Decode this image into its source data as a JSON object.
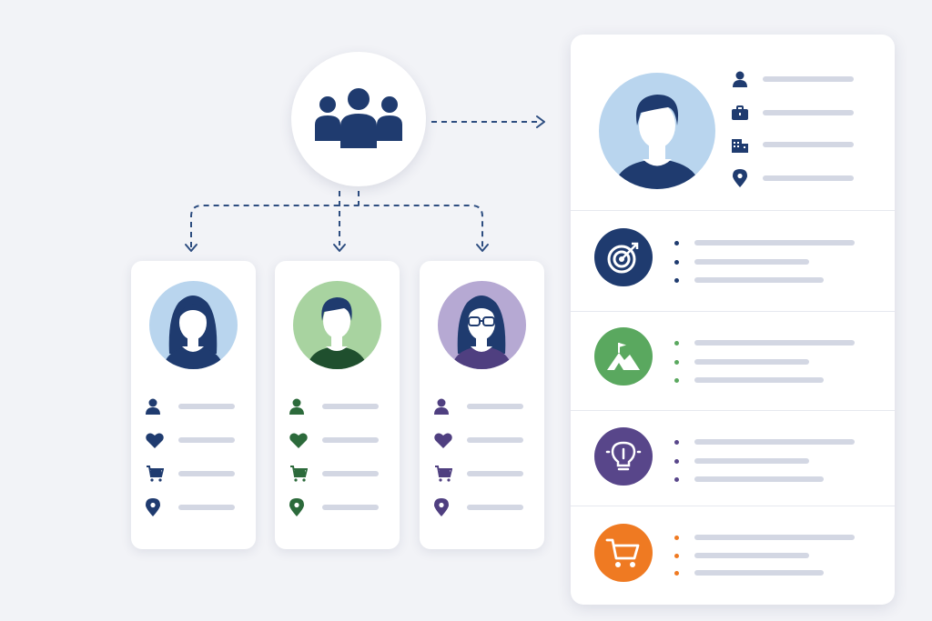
{
  "colors": {
    "background": "#f2f3f7",
    "navy": "#1f3b6f",
    "blue_avatar_bg": "#b9d5ee",
    "green_avatar_bg": "#a8d3a0",
    "green_accent": "#2c6a3b",
    "purple_avatar_bg": "#b6a9d3",
    "purple_accent": "#4f3f80",
    "goal_badge": "#1f3b6f",
    "mountain_badge": "#5aa85f",
    "idea_badge": "#58468a",
    "cart_badge": "#ef7a22",
    "placeholder_bar": "#d3d7e3",
    "connector": "#2d4d80"
  },
  "hub": {
    "icon": "user-group-icon"
  },
  "personas": [
    {
      "name": "persona-1",
      "avatar": "woman-avatar",
      "icons": [
        "user-icon",
        "heart-icon",
        "shopping-cart-icon",
        "location-pin-icon"
      ]
    },
    {
      "name": "persona-2",
      "avatar": "man-avatar",
      "icons": [
        "user-icon",
        "heart-icon",
        "shopping-cart-icon",
        "location-pin-icon"
      ]
    },
    {
      "name": "persona-3",
      "avatar": "woman-glasses-avatar",
      "icons": [
        "user-icon",
        "heart-icon",
        "shopping-cart-icon",
        "location-pin-icon"
      ]
    }
  ],
  "detail_panel": {
    "profile_icons": [
      "user-icon",
      "briefcase-icon",
      "building-icon",
      "location-pin-icon"
    ],
    "sections": [
      {
        "name": "goals",
        "icon": "target-icon"
      },
      {
        "name": "achievements",
        "icon": "mountain-flag-icon"
      },
      {
        "name": "ideas",
        "icon": "lightbulb-icon"
      },
      {
        "name": "purchases",
        "icon": "shopping-cart-icon"
      }
    ]
  }
}
